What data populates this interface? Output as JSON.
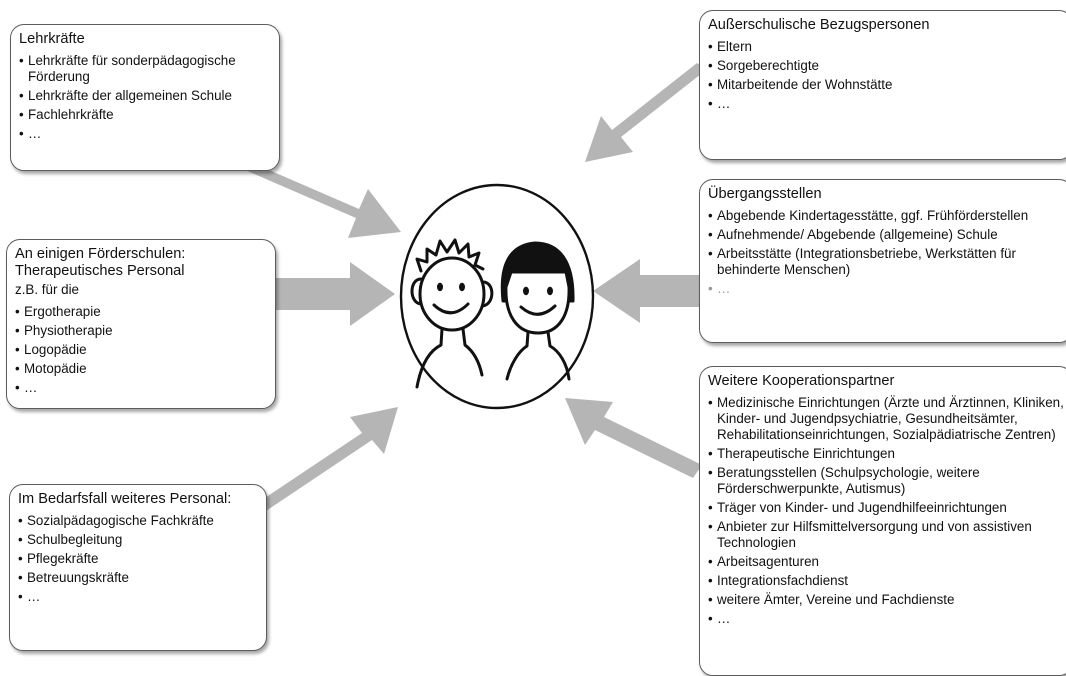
{
  "center": {
    "icon": "two-children-faces-icon"
  },
  "colors": {
    "arrow": "#b5b5b5",
    "border": "#5c5c5c",
    "text": "#111111"
  },
  "boxes": {
    "lehrkraefte": {
      "title": "Lehrkräfte",
      "items": [
        "Lehrkräfte für sonderpädagogische Förderung",
        "Lehrkräfte der allgemeinen Schule",
        "Fachlehrkräfte",
        "…"
      ]
    },
    "therapie": {
      "title": "An einigen Förderschulen:\nTherapeutisches Personal",
      "subtitle": "z.B. für die",
      "items": [
        "Ergotherapie",
        "Physiotherapie",
        "Logopädie",
        "Motopädie",
        "…"
      ]
    },
    "bedarf": {
      "title": "Im Bedarfsfall weiteres Personal:",
      "items": [
        "Sozialpädagogische Fachkräfte",
        "Schulbegleitung",
        "Pflegekräfte",
        "Betreuungskräfte",
        "…"
      ]
    },
    "ausser": {
      "title": "Außerschulische Bezugspersonen",
      "items": [
        "Eltern",
        "Sorgeberechtigte",
        "Mitarbeitende der Wohnstätte",
        "…"
      ]
    },
    "uebergang": {
      "title": "Übergangsstellen",
      "items": [
        "Abgebende Kindertagesstätte, ggf. Frühförderstellen",
        "Aufnehmende/ Abgebende (allgemeine) Schule",
        "Arbeitsstätte (Integrationsbetriebe, Werkstätten für behinderte Menschen)",
        "…"
      ]
    },
    "weitere": {
      "title": "Weitere Kooperationspartner",
      "items": [
        "Medizinische Einrichtungen (Ärzte und Ärztinnen, Kliniken, Kinder- und Jugendpsychiatrie, Gesundheitsämter, Rehabilitationseinrichtungen, Sozialpädiatrische Zentren)",
        "Therapeutische Einrichtungen",
        "Beratungsstellen (Schulpsychologie, weitere Förderschwerpunkte, Autismus)",
        "Träger von Kinder- und Jugendhilfeeinrichtungen",
        "Anbieter zur Hilfsmittelversorgung und von assistiven Technologien",
        "Arbeitsagenturen",
        "Integrationsfachdienst",
        "weitere Ämter, Vereine und Fachdienste",
        "…"
      ]
    }
  }
}
